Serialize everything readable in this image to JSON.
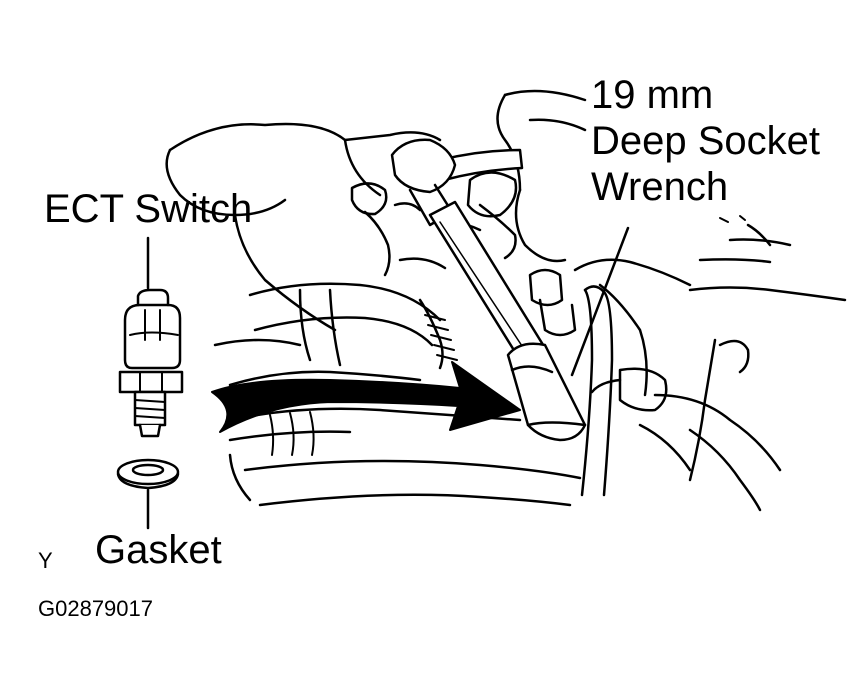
{
  "labels": {
    "ect_switch": "ECT Switch",
    "wrench_line1": "19 mm",
    "wrench_line2": "Deep Socket",
    "wrench_line3": "Wrench",
    "gasket": "Gasket",
    "view_letter": "Y",
    "figure_code": "G02879017"
  },
  "colors": {
    "ink": "#000000",
    "paper": "#ffffff"
  }
}
